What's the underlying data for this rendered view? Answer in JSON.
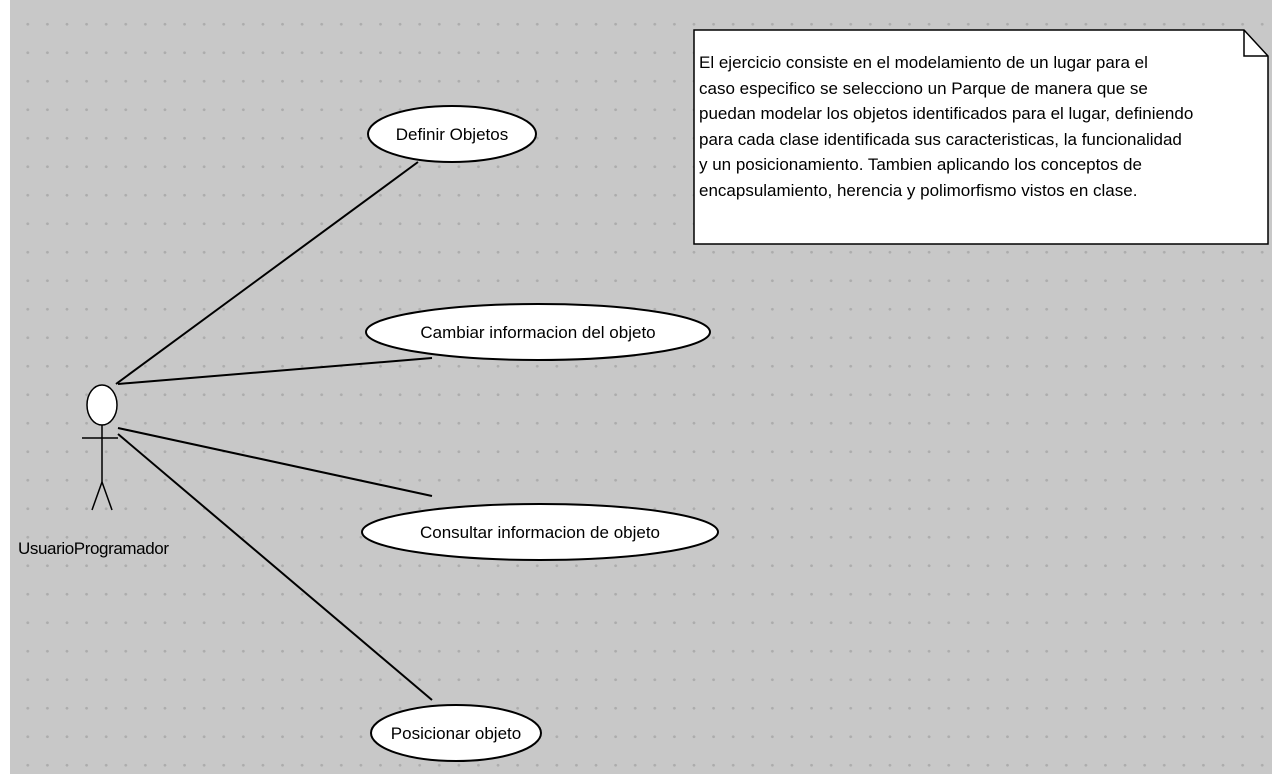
{
  "actor": {
    "name": "UsuarioProgramador"
  },
  "use_cases": [
    {
      "label": "Definir Objetos"
    },
    {
      "label": "Cambiar informacion del objeto"
    },
    {
      "label": "Consultar informacion de objeto"
    },
    {
      "label": "Posicionar objeto"
    }
  ],
  "note": {
    "text": "El ejercicio consiste en el modelamiento de un lugar para el\ncaso especifico se selecciono un Parque de manera que se\npuedan modelar los objetos identificados para el lugar, definiendo\npara cada clase identificada sus caracteristicas, la funcionalidad\ny un posicionamiento. Tambien aplicando  los conceptos de\nencapsulamiento, herencia y polimorfismo vistos en clase."
  },
  "colors": {
    "background": "#c8c8c8",
    "shape_fill": "#ffffff",
    "stroke": "#000000"
  }
}
